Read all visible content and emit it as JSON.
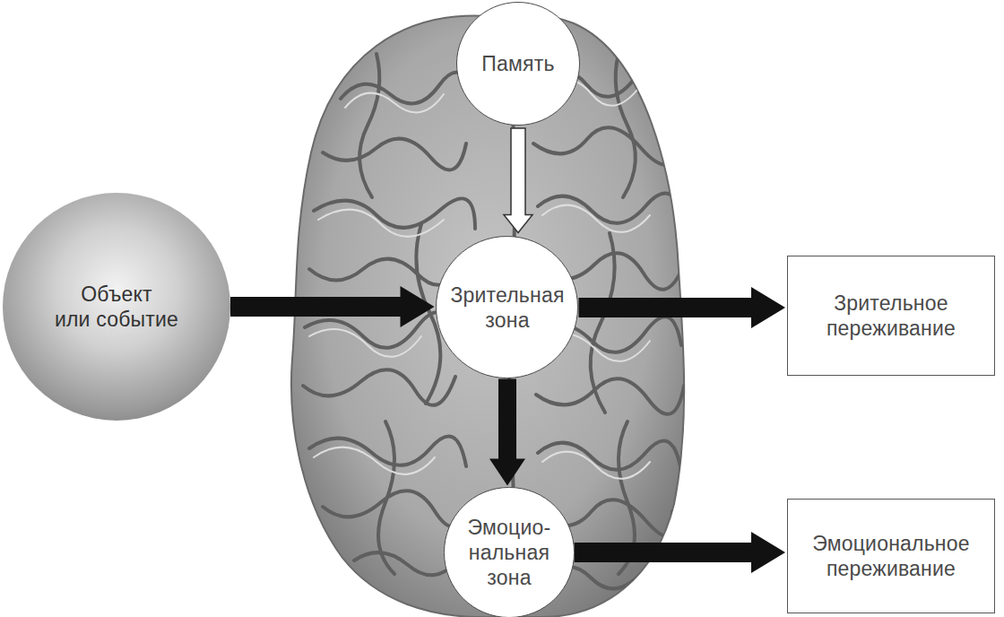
{
  "diagram": {
    "nodes": [
      {
        "text": [
          "Объект или событие"
        ]
      },
      {
        "text": [
          "Память"
        ]
      },
      {
        "text": [
          "Зрительная зона"
        ]
      },
      {
        "text": [
          "Эмоцио- нальная зона"
        ]
      },
      {
        "text": [
          "Зрительное переживание"
        ]
      },
      {
        "text": [
          "Эмоциональное переживание"
        ]
      }
    ],
    "edges": [
      {
        "from": 0,
        "to": 2,
        "arrow": "to"
      },
      {
        "from": 1,
        "to": 2,
        "arrow": "to"
      },
      {
        "from": 2,
        "to": 3,
        "arrow": "to"
      },
      {
        "from": 2,
        "to": 4,
        "arrow": "to"
      },
      {
        "from": 3,
        "to": 5,
        "arrow": "to"
      }
    ]
  }
}
